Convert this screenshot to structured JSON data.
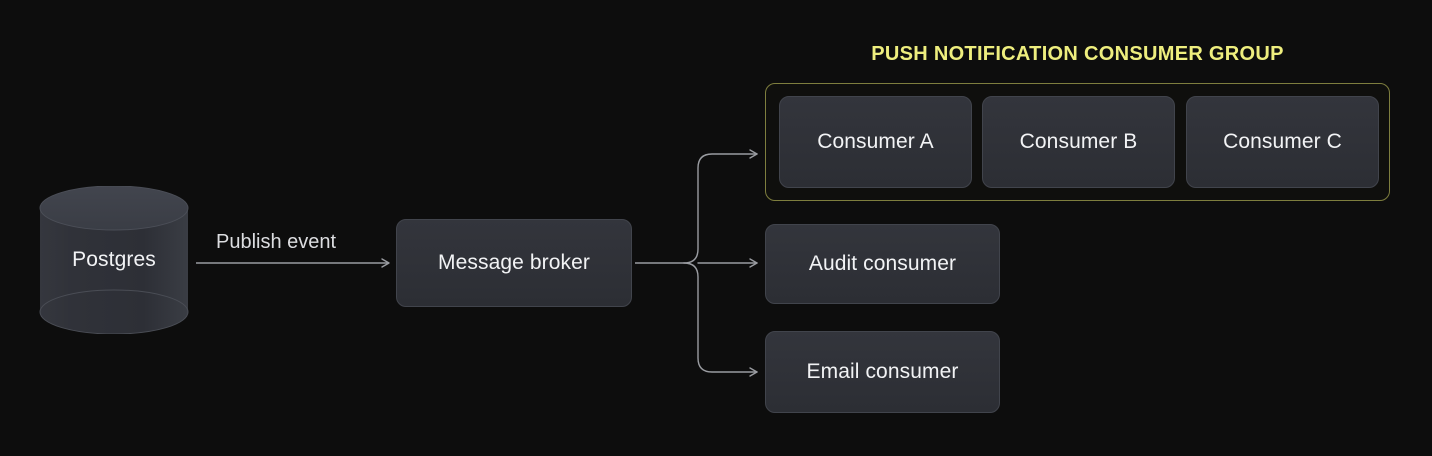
{
  "diagram": {
    "type": "architecture-flow",
    "background_color": "#0d0d0d",
    "title": null
  },
  "nodes": {
    "datastore": {
      "label": "Postgres",
      "shape": "cylinder",
      "fill_color": "#2f3138",
      "top_color": "#3c3f47"
    },
    "broker": {
      "label": "Message broker",
      "shape": "rounded-rect",
      "fill_color": "#2e3036"
    },
    "audit": {
      "label": "Audit consumer",
      "shape": "rounded-rect",
      "fill_color": "#2e3036"
    },
    "email": {
      "label": "Email consumer",
      "shape": "rounded-rect",
      "fill_color": "#2e3036"
    }
  },
  "consumer_group": {
    "title": "PUSH NOTIFICATION CONSUMER GROUP",
    "title_color": "#eeee7e",
    "border_color": "#7e7e3e",
    "members": [
      {
        "label": "Consumer A"
      },
      {
        "label": "Consumer B"
      },
      {
        "label": "Consumer C"
      }
    ]
  },
  "edges": [
    {
      "from": "datastore",
      "to": "broker",
      "label": "Publish event",
      "color": "#9a9ca1",
      "arrow": "open"
    },
    {
      "from": "broker",
      "to": "consumer-group",
      "label": "",
      "color": "#9a9ca1",
      "arrow": "open"
    },
    {
      "from": "broker",
      "to": "audit",
      "label": "",
      "color": "#9a9ca1",
      "arrow": "open"
    },
    {
      "from": "broker",
      "to": "email",
      "label": "",
      "color": "#9a9ca1",
      "arrow": "open"
    }
  ],
  "palette": {
    "background": "#0d0d0d",
    "node_fill": "#2e3036",
    "node_border": "#41444c",
    "text": "#f2f3f5",
    "edge": "#9a9ca1",
    "accent_yellow": "#eeee7e",
    "accent_olive": "#7e7e3e"
  }
}
